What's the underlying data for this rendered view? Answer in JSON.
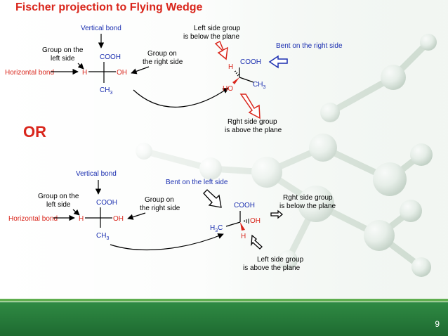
{
  "slide": {
    "title": "Fischer projection to Flying Wedge",
    "or_label": "OR",
    "page_number": "9",
    "accent_color": "#d9261c",
    "label_color": "#1a2eb0",
    "footer_color": "#2f8a43"
  },
  "top": {
    "vertical_bond": "Vertical bond",
    "horizontal_bond": "Horizontal bond",
    "group_left_1": "Group on the",
    "group_left_2": "left side",
    "group_right_1": "Group on",
    "group_right_2": "the right side",
    "top_group": "COOH",
    "left_group": "H",
    "right_group": "OH",
    "bottom_sub": "3"
  },
  "top_wedge": {
    "left_note_1": "Left side group",
    "left_note_2": "is below the plane",
    "bent_label": "Bent on the right side",
    "right_note_1": "Rght side group",
    "right_note_2": "is above the plane",
    "top_group": "COOH",
    "h_group": "H",
    "ho_group": "HO",
    "ch3_sub": "3"
  },
  "bottom": {
    "vertical_bond": "Vertical bond",
    "horizontal_bond": "Horizontal bond",
    "group_left_1": "Group on the",
    "group_left_2": "left side",
    "group_right_1": "Group on",
    "group_right_2": "the right side",
    "top_group": "COOH",
    "left_group": "H",
    "right_group": "OH",
    "bottom_sub": "3"
  },
  "bottom_wedge": {
    "bent_label": "Bent on the left side",
    "right_note_1": "Rght side group",
    "right_note_2": "is below the plane",
    "left_note_1": "Left side group",
    "left_note_2": "is above the plane",
    "top_group": "COOH",
    "oh_group": "OH",
    "h_group": "H",
    "h3c_sub": "3",
    "h3c_tail": "C"
  }
}
